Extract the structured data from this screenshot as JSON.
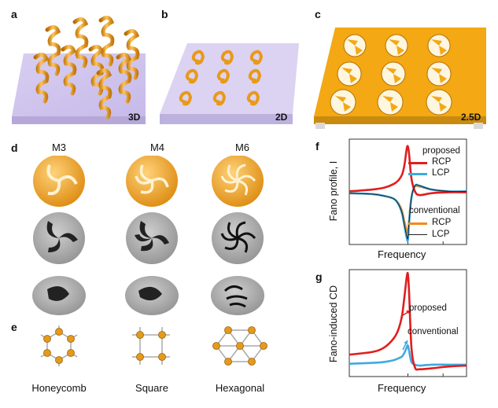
{
  "panels": {
    "a": {
      "label": "a",
      "tag": "3D"
    },
    "b": {
      "label": "b",
      "tag": "2D"
    },
    "c": {
      "label": "c",
      "tag": "2.5D"
    },
    "d": {
      "label": "d",
      "columns": [
        "M3",
        "M4",
        "M6"
      ]
    },
    "e": {
      "label": "e",
      "lattices": [
        "Honeycomb",
        "Square",
        "Hexagonal"
      ]
    },
    "f": {
      "label": "f",
      "ylabel": "Fano profile, I",
      "xlabel": "Frequency",
      "legend": {
        "proposed_header": "proposed",
        "conventional_header": "conventional",
        "rcp": "RCP",
        "lcp": "LCP"
      }
    },
    "g": {
      "label": "g",
      "ylabel": "Fano-induced CD",
      "xlabel": "Frequency",
      "annot_proposed": "proposed",
      "annot_conventional": "conventional"
    }
  },
  "colors": {
    "gold": "#f0a020",
    "substrate": "#d8cdf0",
    "red": "#e01e1e",
    "blue": "#3fa9e0",
    "orange": "#f08a1e"
  },
  "chart_data": [
    {
      "type": "line",
      "title": "",
      "xlabel": "Frequency",
      "ylabel": "Fano profile, I",
      "x": [
        0,
        0.2,
        0.3,
        0.38,
        0.42,
        0.45,
        0.47,
        0.49,
        0.5,
        0.51,
        0.53,
        0.56,
        0.6,
        0.7,
        0.85,
        1.0
      ],
      "series": [
        {
          "name": "RCP",
          "group": "proposed",
          "values": [
            0.52,
            0.54,
            0.56,
            0.6,
            0.64,
            0.7,
            0.8,
            0.98,
            1.0,
            0.92,
            0.66,
            0.52,
            0.48,
            0.5,
            0.51,
            0.51
          ]
        },
        {
          "name": "LCP",
          "group": "proposed",
          "values": [
            0.5,
            0.49,
            0.47,
            0.44,
            0.38,
            0.28,
            0.15,
            0.02,
            0.0,
            0.18,
            0.45,
            0.58,
            0.58,
            0.54,
            0.52,
            0.52
          ]
        },
        {
          "name": "RCP",
          "group": "conventional",
          "values": [
            0.5,
            0.49,
            0.47,
            0.44,
            0.39,
            0.31,
            0.2,
            0.1,
            0.08,
            0.22,
            0.46,
            0.57,
            0.57,
            0.54,
            0.52,
            0.52
          ]
        },
        {
          "name": "LCP",
          "group": "conventional",
          "values": [
            0.5,
            0.49,
            0.47,
            0.44,
            0.38,
            0.29,
            0.16,
            0.04,
            0.02,
            0.19,
            0.45,
            0.58,
            0.58,
            0.54,
            0.52,
            0.52
          ]
        }
      ],
      "legend": "top-right",
      "grid": false
    },
    {
      "type": "line",
      "title": "",
      "xlabel": "Frequency",
      "ylabel": "Fano-induced CD",
      "x": [
        0,
        0.2,
        0.3,
        0.38,
        0.42,
        0.45,
        0.47,
        0.49,
        0.5,
        0.51,
        0.53,
        0.56,
        0.6,
        0.7,
        0.85,
        1.0
      ],
      "series": [
        {
          "name": "proposed",
          "values": [
            0.12,
            0.15,
            0.2,
            0.3,
            0.4,
            0.55,
            0.75,
            0.97,
            1.0,
            0.8,
            0.2,
            -0.02,
            -0.04,
            -0.03,
            -0.01,
            0.0
          ]
        },
        {
          "name": "conventional",
          "values": [
            0.02,
            0.03,
            0.04,
            0.06,
            0.08,
            0.1,
            0.14,
            0.2,
            0.22,
            0.16,
            0.04,
            0.01,
            0.0,
            0.01,
            0.01,
            0.01
          ]
        }
      ],
      "legend": "none",
      "grid": false
    }
  ]
}
